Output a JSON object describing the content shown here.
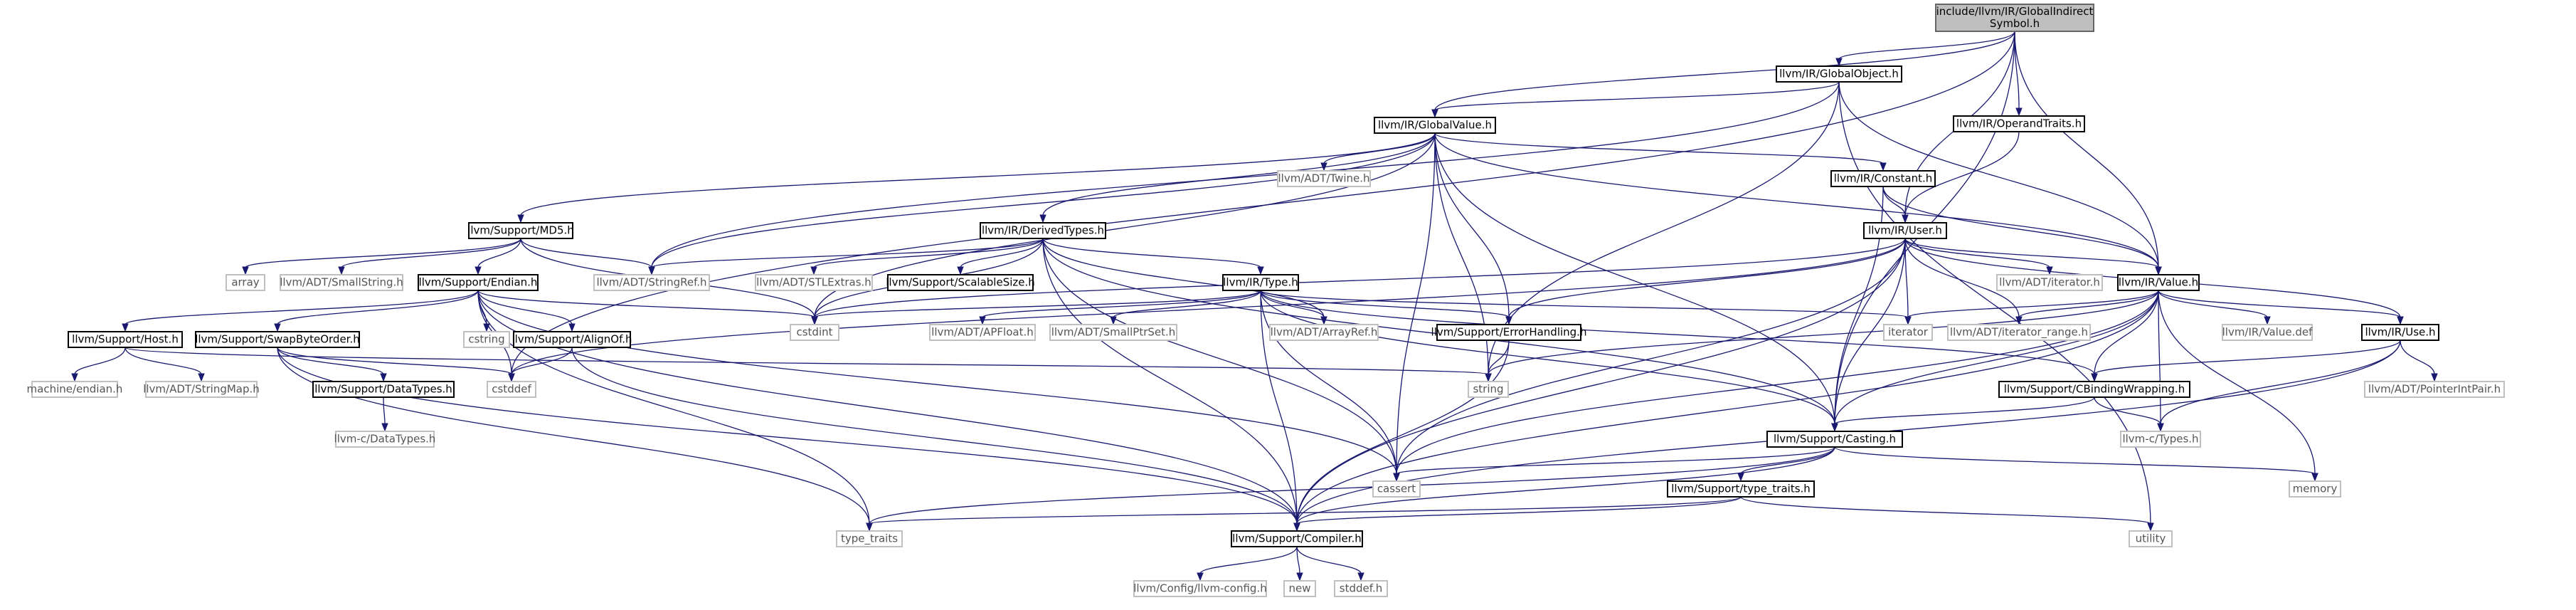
{
  "colors": {
    "edge": "#191970",
    "header_border": "#000000",
    "system_border": "#bfbfbf",
    "root_fill": "#bfbfbf"
  },
  "nodes": [
    {
      "id": "root",
      "lines": [
        "include/llvm/IR/GlobalIndirect",
        "Symbol.h"
      ],
      "kind": "root"
    },
    {
      "id": "globalobject",
      "lines": [
        "llvm/IR/GlobalObject.h"
      ],
      "kind": "header"
    },
    {
      "id": "operandtraits",
      "lines": [
        "llvm/IR/OperandTraits.h"
      ],
      "kind": "header"
    },
    {
      "id": "globalvalue",
      "lines": [
        "llvm/IR/GlobalValue.h"
      ],
      "kind": "header"
    },
    {
      "id": "md5",
      "lines": [
        "llvm/Support/MD5.h"
      ],
      "kind": "header"
    },
    {
      "id": "twine",
      "lines": [
        "llvm/ADT/Twine.h"
      ],
      "kind": "system"
    },
    {
      "id": "constant",
      "lines": [
        "llvm/IR/Constant.h"
      ],
      "kind": "header"
    },
    {
      "id": "derivedtypes",
      "lines": [
        "llvm/IR/DerivedTypes.h"
      ],
      "kind": "header"
    },
    {
      "id": "user",
      "lines": [
        "llvm/IR/User.h"
      ],
      "kind": "header"
    },
    {
      "id": "array",
      "lines": [
        "array"
      ],
      "kind": "system"
    },
    {
      "id": "smallstring",
      "lines": [
        "llvm/ADT/SmallString.h"
      ],
      "kind": "system"
    },
    {
      "id": "stringref",
      "lines": [
        "llvm/ADT/StringRef.h"
      ],
      "kind": "system"
    },
    {
      "id": "stlextras",
      "lines": [
        "llvm/ADT/STLExtras.h"
      ],
      "kind": "system"
    },
    {
      "id": "scalablesize",
      "lines": [
        "llvm/Support/ScalableSize.h"
      ],
      "kind": "header"
    },
    {
      "id": "endian",
      "lines": [
        "llvm/Support/Endian.h"
      ],
      "kind": "header"
    },
    {
      "id": "type",
      "lines": [
        "llvm/IR/Type.h"
      ],
      "kind": "header"
    },
    {
      "id": "adtiterator",
      "lines": [
        "llvm/ADT/iterator.h"
      ],
      "kind": "system"
    },
    {
      "id": "value",
      "lines": [
        "llvm/IR/Value.h"
      ],
      "kind": "header"
    },
    {
      "id": "cstdint",
      "lines": [
        "cstdint"
      ],
      "kind": "system"
    },
    {
      "id": "apfloat",
      "lines": [
        "llvm/ADT/APFloat.h"
      ],
      "kind": "system"
    },
    {
      "id": "smallptrset",
      "lines": [
        "llvm/ADT/SmallPtrSet.h"
      ],
      "kind": "system"
    },
    {
      "id": "arrayref",
      "lines": [
        "llvm/ADT/ArrayRef.h"
      ],
      "kind": "system"
    },
    {
      "id": "errorhandling",
      "lines": [
        "llvm/Support/ErrorHandling.h"
      ],
      "kind": "header"
    },
    {
      "id": "iterator",
      "lines": [
        "iterator"
      ],
      "kind": "system"
    },
    {
      "id": "iteratorrange",
      "lines": [
        "llvm/ADT/iterator_range.h"
      ],
      "kind": "system"
    },
    {
      "id": "valuedef",
      "lines": [
        "llvm/IR/Value.def"
      ],
      "kind": "system"
    },
    {
      "id": "use",
      "lines": [
        "llvm/IR/Use.h"
      ],
      "kind": "header"
    },
    {
      "id": "host",
      "lines": [
        "llvm/Support/Host.h"
      ],
      "kind": "header"
    },
    {
      "id": "swapbyteorder",
      "lines": [
        "llvm/Support/SwapByteOrder.h"
      ],
      "kind": "header"
    },
    {
      "id": "cstring",
      "lines": [
        "cstring"
      ],
      "kind": "system"
    },
    {
      "id": "alignof",
      "lines": [
        "llvm/Support/AlignOf.h"
      ],
      "kind": "header"
    },
    {
      "id": "cstddef",
      "lines": [
        "cstddef"
      ],
      "kind": "system"
    },
    {
      "id": "string",
      "lines": [
        "string"
      ],
      "kind": "system"
    },
    {
      "id": "cbindingwrapping",
      "lines": [
        "llvm/Support/CBindingWrapping.h"
      ],
      "kind": "header"
    },
    {
      "id": "pointerintpair",
      "lines": [
        "llvm/ADT/PointerIntPair.h"
      ],
      "kind": "system"
    },
    {
      "id": "machineendian",
      "lines": [
        "machine/endian.h"
      ],
      "kind": "system"
    },
    {
      "id": "stringmap",
      "lines": [
        "llvm/ADT/StringMap.h"
      ],
      "kind": "system"
    },
    {
      "id": "datatypes",
      "lines": [
        "llvm/Support/DataTypes.h"
      ],
      "kind": "header"
    },
    {
      "id": "casting",
      "lines": [
        "llvm/Support/Casting.h"
      ],
      "kind": "header"
    },
    {
      "id": "ctypes",
      "lines": [
        "llvm-c/Types.h"
      ],
      "kind": "system"
    },
    {
      "id": "cdatatypes",
      "lines": [
        "llvm-c/DataTypes.h"
      ],
      "kind": "system"
    },
    {
      "id": "cassert",
      "lines": [
        "cassert"
      ],
      "kind": "system"
    },
    {
      "id": "memory",
      "lines": [
        "memory"
      ],
      "kind": "system"
    },
    {
      "id": "typetraitsh",
      "lines": [
        "llvm/Support/type_traits.h"
      ],
      "kind": "header"
    },
    {
      "id": "utility",
      "lines": [
        "utility"
      ],
      "kind": "system"
    },
    {
      "id": "type_traits",
      "lines": [
        "type_traits"
      ],
      "kind": "system"
    },
    {
      "id": "compiler",
      "lines": [
        "llvm/Support/Compiler.h"
      ],
      "kind": "header"
    },
    {
      "id": "llvmconfig",
      "lines": [
        "llvm/Config/llvm-config.h"
      ],
      "kind": "system"
    },
    {
      "id": "new",
      "lines": [
        "new"
      ],
      "kind": "system"
    },
    {
      "id": "stddef",
      "lines": [
        "stddef.h"
      ],
      "kind": "system"
    }
  ],
  "edges": [
    [
      "root",
      "globalobject"
    ],
    [
      "root",
      "operandtraits"
    ],
    [
      "root",
      "globalvalue"
    ],
    [
      "root",
      "user"
    ],
    [
      "root",
      "value"
    ],
    [
      "root",
      "casting"
    ],
    [
      "root",
      "cstddef"
    ],
    [
      "globalobject",
      "globalvalue"
    ],
    [
      "globalobject",
      "value"
    ],
    [
      "globalobject",
      "string"
    ],
    [
      "globalobject",
      "utility"
    ],
    [
      "globalobject",
      "stringref"
    ],
    [
      "operandtraits",
      "user"
    ],
    [
      "globalvalue",
      "md5"
    ],
    [
      "globalvalue",
      "twine"
    ],
    [
      "globalvalue",
      "constant"
    ],
    [
      "globalvalue",
      "derivedtypes"
    ],
    [
      "globalvalue",
      "stringref"
    ],
    [
      "globalvalue",
      "value"
    ],
    [
      "globalvalue",
      "cstdint"
    ],
    [
      "globalvalue",
      "errorhandling"
    ],
    [
      "globalvalue",
      "string"
    ],
    [
      "globalvalue",
      "cassert"
    ],
    [
      "globalvalue",
      "casting"
    ],
    [
      "constant",
      "user"
    ],
    [
      "constant",
      "value"
    ],
    [
      "constant",
      "casting"
    ],
    [
      "user",
      "adtiterator"
    ],
    [
      "user",
      "value"
    ],
    [
      "user",
      "use"
    ],
    [
      "user",
      "cstdint"
    ],
    [
      "user",
      "errorhandling"
    ],
    [
      "user",
      "iterator"
    ],
    [
      "user",
      "iteratorrange"
    ],
    [
      "user",
      "casting"
    ],
    [
      "user",
      "cassert"
    ],
    [
      "user",
      "cstddef"
    ],
    [
      "user",
      "compiler"
    ],
    [
      "md5",
      "array"
    ],
    [
      "md5",
      "smallstring"
    ],
    [
      "md5",
      "stringref"
    ],
    [
      "md5",
      "endian"
    ],
    [
      "md5",
      "cstdint"
    ],
    [
      "derivedtypes",
      "stringref"
    ],
    [
      "derivedtypes",
      "stlextras"
    ],
    [
      "derivedtypes",
      "scalablesize"
    ],
    [
      "derivedtypes",
      "type"
    ],
    [
      "derivedtypes",
      "arrayref"
    ],
    [
      "derivedtypes",
      "casting"
    ],
    [
      "derivedtypes",
      "compiler"
    ],
    [
      "derivedtypes",
      "cassert"
    ],
    [
      "derivedtypes",
      "cstdint"
    ],
    [
      "endian",
      "host"
    ],
    [
      "endian",
      "swapbyteorder"
    ],
    [
      "endian",
      "cstring"
    ],
    [
      "endian",
      "alignof"
    ],
    [
      "endian",
      "cstddef"
    ],
    [
      "endian",
      "cstdint"
    ],
    [
      "endian",
      "compiler"
    ],
    [
      "endian",
      "type_traits"
    ],
    [
      "endian",
      "cassert"
    ],
    [
      "type",
      "apfloat"
    ],
    [
      "type",
      "smallptrset"
    ],
    [
      "type",
      "arrayref"
    ],
    [
      "type",
      "errorhandling"
    ],
    [
      "type",
      "cbindingwrapping"
    ],
    [
      "type",
      "casting"
    ],
    [
      "type",
      "iterator"
    ],
    [
      "type",
      "cstdint"
    ],
    [
      "type",
      "cassert"
    ],
    [
      "type",
      "compiler"
    ],
    [
      "value",
      "valuedef"
    ],
    [
      "value",
      "use"
    ],
    [
      "value",
      "iteratorrange"
    ],
    [
      "value",
      "iterator"
    ],
    [
      "value",
      "cbindingwrapping"
    ],
    [
      "value",
      "ctypes"
    ],
    [
      "value",
      "casting"
    ],
    [
      "value",
      "cassert"
    ],
    [
      "value",
      "memory"
    ],
    [
      "value",
      "string"
    ],
    [
      "value",
      "compiler"
    ],
    [
      "use",
      "pointerintpair"
    ],
    [
      "use",
      "cbindingwrapping"
    ],
    [
      "use",
      "ctypes"
    ],
    [
      "use",
      "compiler"
    ],
    [
      "host",
      "machineendian"
    ],
    [
      "host",
      "stringmap"
    ],
    [
      "host",
      "string"
    ],
    [
      "swapbyteorder",
      "datatypes"
    ],
    [
      "swapbyteorder",
      "cstddef"
    ],
    [
      "swapbyteorder",
      "type_traits"
    ],
    [
      "swapbyteorder",
      "compiler"
    ],
    [
      "alignof",
      "cstddef"
    ],
    [
      "alignof",
      "compiler"
    ],
    [
      "errorhandling",
      "compiler"
    ],
    [
      "errorhandling",
      "string"
    ],
    [
      "cbindingwrapping",
      "ctypes"
    ],
    [
      "cbindingwrapping",
      "casting"
    ],
    [
      "datatypes",
      "cdatatypes"
    ],
    [
      "casting",
      "typetraitsh"
    ],
    [
      "casting",
      "cassert"
    ],
    [
      "casting",
      "memory"
    ],
    [
      "casting",
      "compiler"
    ],
    [
      "casting",
      "type_traits"
    ],
    [
      "typetraitsh",
      "utility"
    ],
    [
      "typetraitsh",
      "type_traits"
    ],
    [
      "typetraitsh",
      "compiler"
    ],
    [
      "compiler",
      "llvmconfig"
    ],
    [
      "compiler",
      "new"
    ],
    [
      "compiler",
      "stddef"
    ]
  ]
}
